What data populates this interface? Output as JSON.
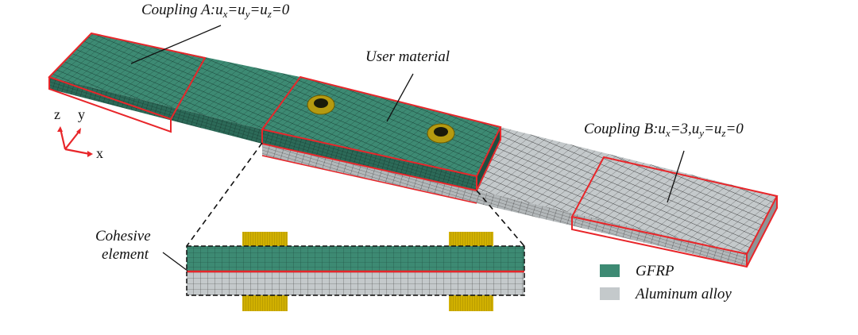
{
  "labels": {
    "coupling_a": {
      "prefix": "Coupling A:",
      "sub1": "x",
      "sub2": "y",
      "sub3": "z",
      "value": "0"
    },
    "user_material": "User material",
    "coupling_b": {
      "prefix": "Coupling B:",
      "sub1": "x",
      "value1": "3",
      "sub2": "y",
      "sub3": "z",
      "value2": "0"
    },
    "cohesive_line1": "Cohesive",
    "cohesive_line2": "element"
  },
  "axes": {
    "z": "z",
    "y": "y",
    "x": "x"
  },
  "legend": [
    {
      "label": "GFRP",
      "color": "#3d8a73"
    },
    {
      "label": "Aluminum alloy",
      "color": "#c4c9cb"
    }
  ],
  "colors": {
    "gfrp": "#3d8a73",
    "aluminum": "#c4c9cb",
    "boundary": "#e8262a",
    "bolt": "#c9a800"
  }
}
